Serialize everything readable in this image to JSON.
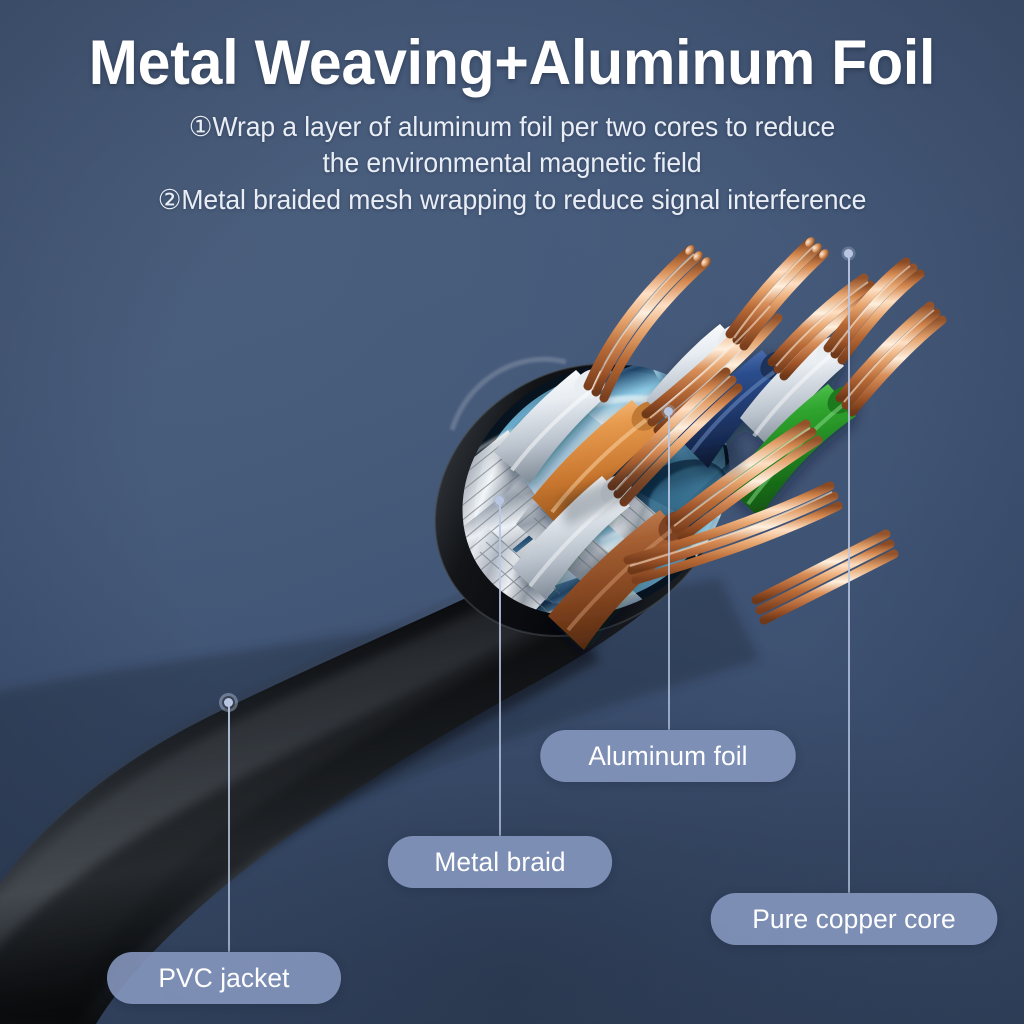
{
  "header": {
    "title": "Metal Weaving+Aluminum Foil",
    "subtitle_lines": [
      "①Wrap a layer of aluminum foil per two cores to reduce",
      "the environmental magnetic field",
      "②Metal braided mesh wrapping to reduce signal interference"
    ]
  },
  "callouts": [
    {
      "id": "pvc-jacket",
      "label": "PVC jacket"
    },
    {
      "id": "metal-braid",
      "label": "Metal braid"
    },
    {
      "id": "aluminum-foil",
      "label": "Aluminum foil"
    },
    {
      "id": "pure-copper-core",
      "label": "Pure copper core"
    }
  ],
  "colors": {
    "background_top_left": "#475c7d",
    "background_bottom": "#3a4c6a",
    "title_text": "#ffffff",
    "subtitle_text": "#e9eef6",
    "pill_fill": "#8798c0",
    "pill_text": "#ffffff",
    "leader_line": "#bac8e4",
    "jacket_black": "#111315",
    "copper": "#d99a6c",
    "braid_silver": "#d9dee6",
    "foil_blue": "#9fd3ea",
    "wire_orange": "#e09850",
    "wire_brown": "#a05a32",
    "wire_blue": "#2a4a86",
    "wire_green": "#2ba02b",
    "wire_white": "#eef2f6"
  },
  "subject": {
    "name": "ethernet-cable-cutaway",
    "layers": [
      "PVC jacket",
      "Metal braid",
      "Aluminum foil",
      "Pure copper core"
    ],
    "twisted_pairs": [
      "orange",
      "blue",
      "green",
      "brown"
    ]
  }
}
